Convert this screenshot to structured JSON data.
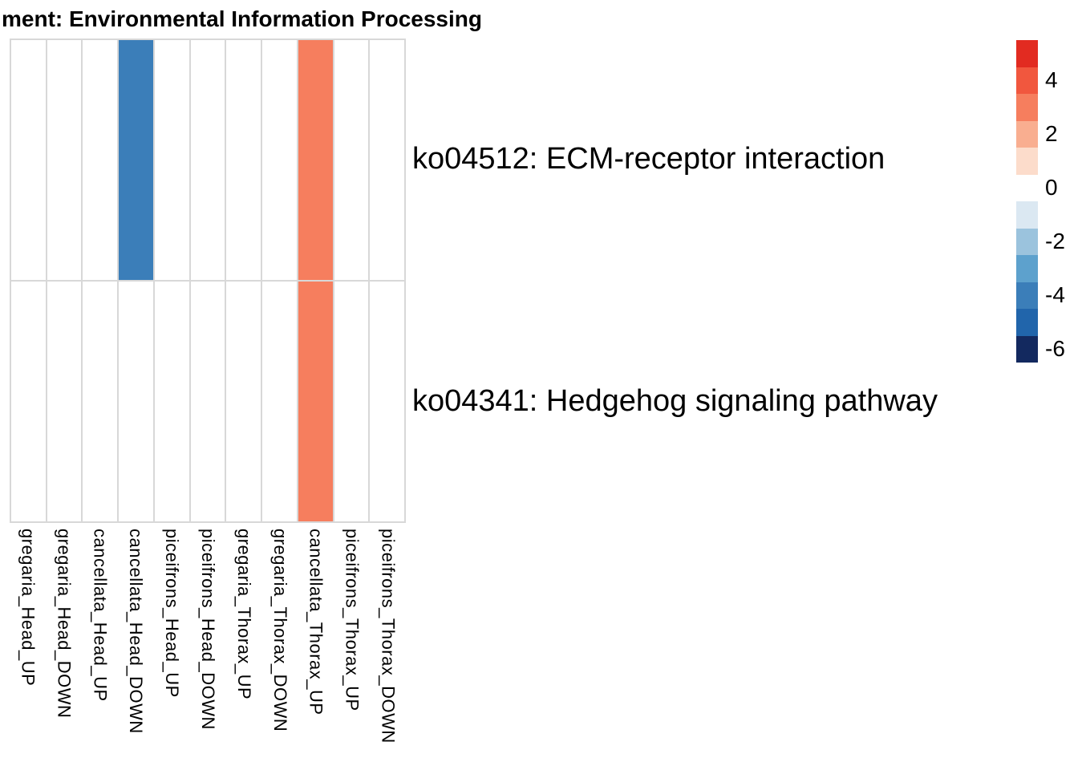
{
  "title": "ment: Environmental Information Processing",
  "chart_data": {
    "type": "heatmap",
    "title": "ment: Environmental Information Processing",
    "title_note": "title is clipped at the left edge of the image",
    "columns": [
      "gregaria_Head_UP",
      "gregaria_Head_DOWN",
      "cancellata_Head_UP",
      "cancellata_Head_DOWN",
      "piceifrons_Head_UP",
      "piceifrons_Head_DOWN",
      "gregaria_Thorax_UP",
      "gregaria_Thorax_DOWN",
      "cancellata_Thorax_UP",
      "piceifrons_Thorax_UP",
      "piceifrons_Thorax_DOWN"
    ],
    "rows": [
      "ko04512: ECM-receptor interaction",
      "ko04341: Hedgehog signaling pathway"
    ],
    "matrix": [
      [
        null,
        null,
        null,
        -4,
        null,
        null,
        null,
        null,
        3,
        null,
        null
      ],
      [
        null,
        null,
        null,
        null,
        null,
        null,
        null,
        null,
        3,
        null,
        null
      ]
    ],
    "empty_cell_color": "#ffffff",
    "grid_line_color": "#d8d8d8",
    "colorbar": {
      "orientation": "vertical",
      "position": "top-right",
      "bins": [
        {
          "value": 5,
          "color": "#e22b21"
        },
        {
          "value": 4,
          "color": "#f1573e"
        },
        {
          "value": 3,
          "color": "#f67e5e"
        },
        {
          "value": 2,
          "color": "#f9ae90"
        },
        {
          "value": 1,
          "color": "#fcdccb"
        },
        {
          "value": 0,
          "color": "#ffffff"
        },
        {
          "value": -1,
          "color": "#dbe8f2"
        },
        {
          "value": -2,
          "color": "#9bc3dd"
        },
        {
          "value": -3,
          "color": "#5da1cd"
        },
        {
          "value": -4,
          "color": "#3b7eb9"
        },
        {
          "value": -5,
          "color": "#2165ab"
        },
        {
          "value": -6,
          "color": "#13295f"
        }
      ],
      "ticks": [
        {
          "label": "4",
          "bin_index": 1
        },
        {
          "label": "2",
          "bin_index": 3
        },
        {
          "label": "0",
          "bin_index": 5
        },
        {
          "label": "-2",
          "bin_index": 7
        },
        {
          "label": "-4",
          "bin_index": 9
        },
        {
          "label": "-6",
          "bin_index": 11
        }
      ]
    },
    "value_range": [
      -6,
      5
    ],
    "grid_on": true,
    "cell_values_shown": false
  }
}
